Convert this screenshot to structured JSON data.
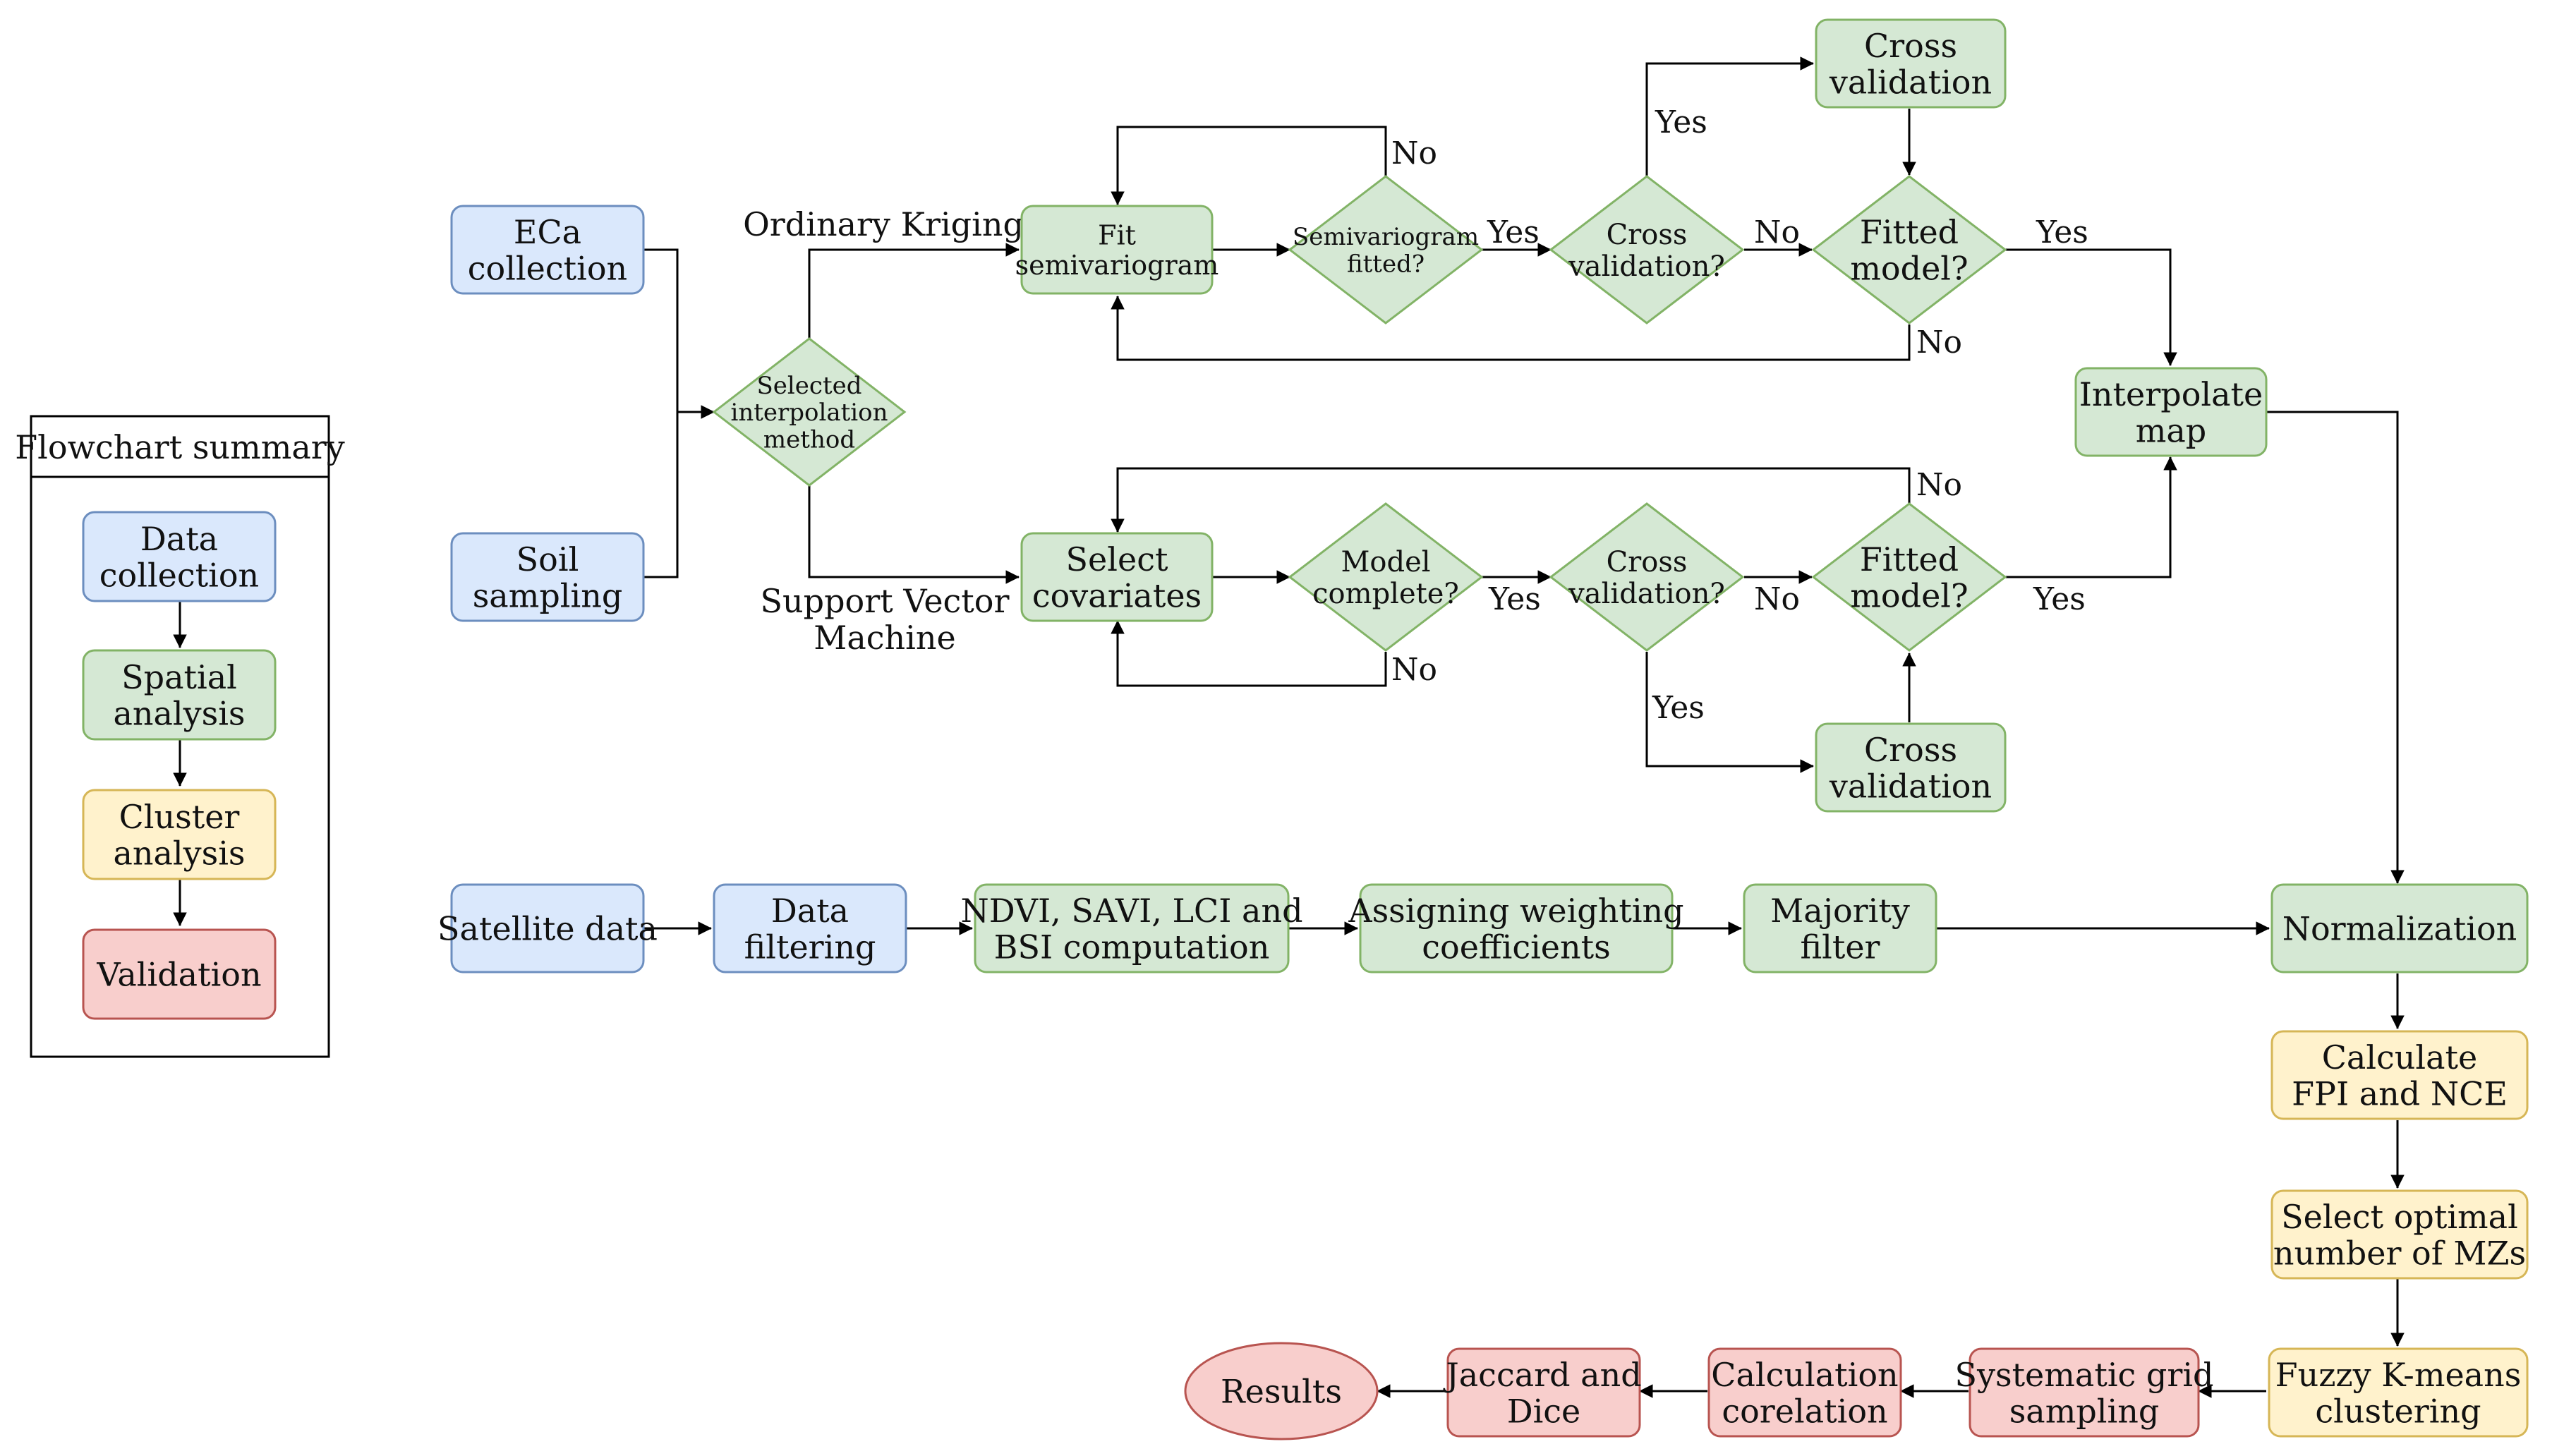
{
  "colors": {
    "blue_fill": "#dae8fc",
    "blue_stroke": "#6c8ebf",
    "green_fill": "#d5e8d4",
    "green_stroke": "#82b366",
    "yellow_fill": "#fff2cc",
    "yellow_stroke": "#d6b656",
    "red_fill": "#f8cecc",
    "red_stroke": "#b85450"
  },
  "legend": {
    "title": "Flowchart summary",
    "items": [
      {
        "lines": [
          "Data",
          "collection"
        ],
        "color": "blue"
      },
      {
        "lines": [
          "Spatial",
          "analysis"
        ],
        "color": "green"
      },
      {
        "lines": [
          "Cluster",
          "analysis"
        ],
        "color": "yellow"
      },
      {
        "lines": [
          "Validation"
        ],
        "color": "red"
      }
    ]
  },
  "nodes": {
    "eca_collection": {
      "lines": [
        "ECa",
        "collection"
      ],
      "color": "blue"
    },
    "soil_sampling": {
      "lines": [
        "Soil",
        "sampling"
      ],
      "color": "blue"
    },
    "selected_method": {
      "lines": [
        "Selected",
        "interpolation",
        "method"
      ],
      "color": "green"
    },
    "fit_semivariogram": {
      "lines": [
        "Fit",
        "semivariogram"
      ],
      "color": "green"
    },
    "semivariogram_fitted": {
      "lines": [
        "Semivariogram",
        "fitted?"
      ],
      "color": "green"
    },
    "cross_validation_q_top": {
      "lines": [
        "Cross",
        "validation?"
      ],
      "color": "green"
    },
    "fitted_model_top": {
      "lines": [
        "Fitted",
        "model?"
      ],
      "color": "green"
    },
    "cross_validation_top": {
      "lines": [
        "Cross",
        "validation"
      ],
      "color": "green"
    },
    "interpolate_map": {
      "lines": [
        "Interpolate",
        "map"
      ],
      "color": "green"
    },
    "select_covariates": {
      "lines": [
        "Select",
        "covariates"
      ],
      "color": "green"
    },
    "model_complete": {
      "lines": [
        "Model",
        "complete?"
      ],
      "color": "green"
    },
    "cross_validation_q_bottom": {
      "lines": [
        "Cross",
        "validation?"
      ],
      "color": "green"
    },
    "fitted_model_bottom": {
      "lines": [
        "Fitted",
        "model?"
      ],
      "color": "green"
    },
    "cross_validation_bottom": {
      "lines": [
        "Cross",
        "validation"
      ],
      "color": "green"
    },
    "satellite_data": {
      "lines": [
        "Satellite data"
      ],
      "color": "blue"
    },
    "data_filtering": {
      "lines": [
        "Data",
        "filtering"
      ],
      "color": "blue"
    },
    "indices_computation": {
      "lines": [
        "NDVI, SAVI, LCI and",
        "BSI computation"
      ],
      "color": "green"
    },
    "weighting": {
      "lines": [
        "Assigning weighting",
        "coefficients"
      ],
      "color": "green"
    },
    "majority_filter": {
      "lines": [
        "Majority",
        "filter"
      ],
      "color": "green"
    },
    "normalization": {
      "lines": [
        "Normalization"
      ],
      "color": "green"
    },
    "calc_fpi_nce": {
      "lines": [
        "Calculate",
        "FPI and NCE"
      ],
      "color": "yellow"
    },
    "select_optimal": {
      "lines": [
        "Select optimal",
        "number of MZs"
      ],
      "color": "yellow"
    },
    "fuzzy_kmeans": {
      "lines": [
        "Fuzzy K-means",
        "clustering"
      ],
      "color": "yellow"
    },
    "systematic_grid": {
      "lines": [
        "Systematic grid",
        "sampling"
      ],
      "color": "red"
    },
    "calc_corelation": {
      "lines": [
        "Calculation",
        "corelation"
      ],
      "color": "red"
    },
    "jaccard_dice": {
      "lines": [
        "Jaccard and",
        "Dice"
      ],
      "color": "red"
    },
    "results": {
      "lines": [
        "Results"
      ],
      "color": "red"
    }
  },
  "edge_labels": {
    "ordinary_kriging": "Ordinary Kriging",
    "svm": [
      "Support Vector",
      "Machine"
    ],
    "no_semivariogram": "No",
    "yes_semivariogram": "Yes",
    "yes_cv_top": "Yes",
    "no_cv_top": "No",
    "yes_fitted_top": "Yes",
    "no_fitted_top": "No",
    "no_fitted_bottom": "No",
    "yes_model_complete": "Yes",
    "no_model_complete": "No",
    "no_cv_bottom": "No",
    "yes_cv_bottom": "Yes",
    "yes_fitted_bottom": "Yes"
  }
}
